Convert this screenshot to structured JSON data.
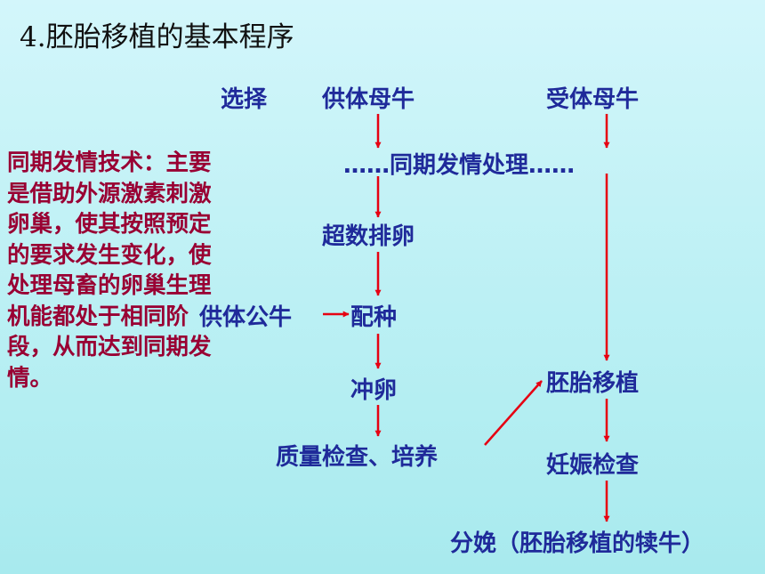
{
  "title": "4.胚胎移植的基本程序",
  "side_note": "同期发情技术：主要是借助外源激素刺激卵巢，使其按照预定的要求发生变化，使处理母畜的卵巢生理机能都处于相同阶段，从而达到同期发情。",
  "nodes": {
    "select": "选择",
    "donor_cow": "供体母牛",
    "recipient_cow": "受体母牛",
    "synchronize": "……同期发情处理……",
    "superovulation": "超数排卵",
    "donor_bull": "供体公牛",
    "mating": "配种",
    "flushing": "冲卵",
    "quality_check": "质量检查、培养",
    "embryo_transfer": "胚胎移植",
    "pregnancy_check": "妊娠检查",
    "calving": "分娩（胚胎移植的犊牛）"
  },
  "colors": {
    "arrow": "#e60012",
    "node_text": "#1f2a9a",
    "side_text": "#990033"
  }
}
